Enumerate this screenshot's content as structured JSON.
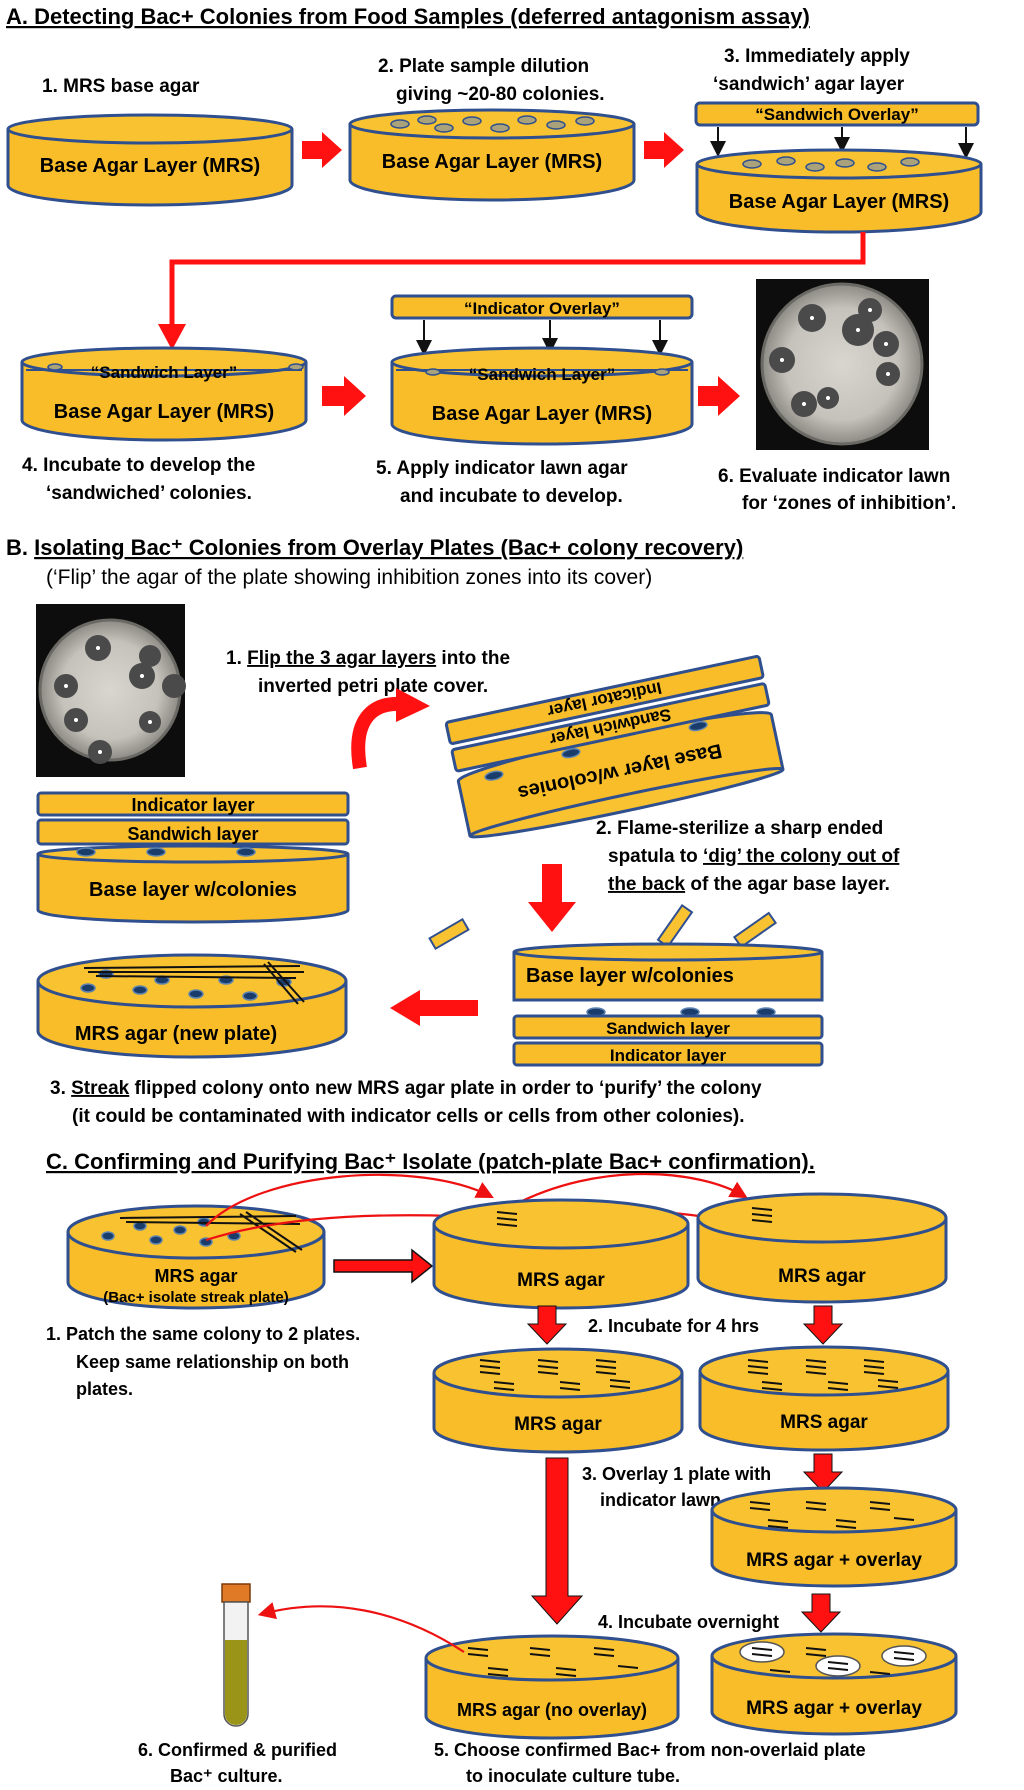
{
  "sectionA": {
    "title": "A. Detecting Bac+ Colonies from Food Samples (deferred antagonism assay)",
    "step1": "1.  MRS base agar",
    "step2_line1": "2. Plate sample dilution",
    "step2_line2": "giving ~20-80 colonies.",
    "step3_line1": "3. Immediately apply",
    "step3_line2": "‘sandwich’ agar layer",
    "base_agar_label": "Base Agar Layer (MRS)",
    "sandwich_overlay": "“Sandwich Overlay”",
    "sandwich_layer": "“Sandwich Layer”",
    "indicator_overlay": "“Indicator Overlay”",
    "step4_line1": "4. Incubate to develop the",
    "step4_line2": "‘sandwiched’ colonies.",
    "step5_line1": "5. Apply indicator lawn agar",
    "step5_line2": "and incubate to develop.",
    "step6_line1": "6. Evaluate indicator lawn",
    "step6_line2": "for ‘zones of inhibition’."
  },
  "sectionB": {
    "title_prefix": "B. ",
    "title": "Isolating Bac⁺ Colonies from Overlay Plates (Bac+ colony recovery)",
    "subtitle": "(‘Flip’ the agar of the plate showing inhibition zones into its cover)",
    "step1_u": "Flip the 3 agar layers",
    "step1_prefix": "1. ",
    "step1_rest": " into the",
    "step1_line2": "inverted petri plate cover.",
    "indicator_layer": "Indicator layer",
    "sandwich_layer": "Sandwich layer",
    "base_layer": "Base layer w/colonies",
    "step2_line1": "2. Flame-sterilize a sharp ended",
    "step2_line2a": "spatula to ",
    "step2_line2u": "‘dig’ the colony out of",
    "step2_line3u": "the back",
    "step2_line3b": " of the agar base layer.",
    "new_plate": "MRS agar (new plate)",
    "step3_prefix": "3. ",
    "step3_u": "Streak",
    "step3_rest": " flipped colony onto new MRS agar plate in order to ‘purify’ the colony",
    "step3_line2": "(it could be contaminated with indicator cells or cells from other colonies)."
  },
  "sectionC": {
    "title": "C.  Confirming and Purifying Bac⁺ Isolate (patch-plate Bac+ confirmation).",
    "mrs_agar": "MRS agar",
    "streak_plate_sub": "(Bac+ isolate streak plate)",
    "step1_line1": "1.  Patch the same colony to 2 plates.",
    "step1_line2": "Keep same relationship on both",
    "step1_line3": "plates.",
    "step2": "2.  Incubate for 4 hrs",
    "step3_line1": "3. Overlay 1 plate with",
    "step3_line2": "indicator lawn",
    "mrs_overlay": "MRS agar + overlay",
    "step4": "4. Incubate overnight",
    "mrs_no_overlay": "MRS agar (no overlay)",
    "step5_line1": "5.  Choose confirmed Bac+ from non-overlaid plate",
    "step5_line2": "to inoculate culture tube.",
    "step6_line1": "6. Confirmed & purified",
    "step6_line2": "Bac⁺ culture."
  },
  "colors": {
    "agar": "#f8bd28",
    "outline": "#2f4f8f",
    "arrow_red": "#ff1111",
    "colony": "#1a3c6a"
  }
}
